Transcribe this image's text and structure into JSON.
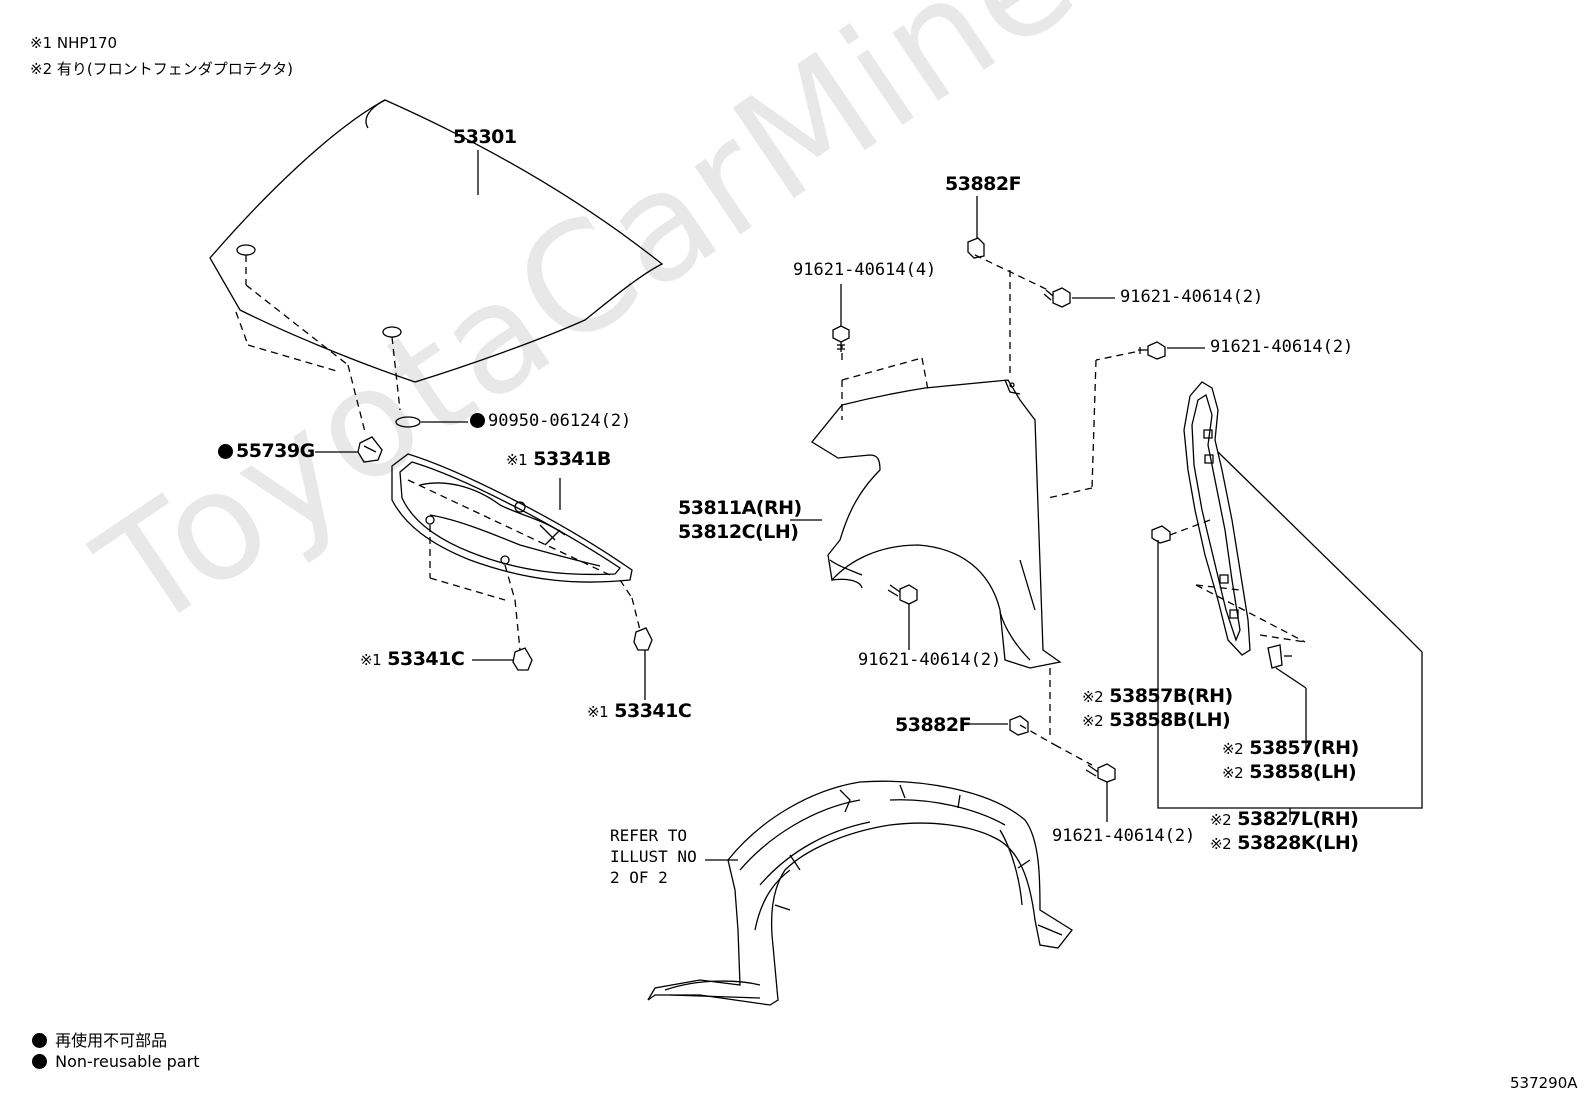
{
  "watermark": "ToyotaCarMine.ru",
  "notes": {
    "note1": "※1 NHP170",
    "note2": "※2 有り(フロントフェンダプロテクタ)"
  },
  "parts": {
    "hood": "53301",
    "hood_plug": "90950-06124(2)",
    "cushion": "55739G",
    "insulator": "53341B",
    "insulator_mark": "※1",
    "clip_left": "53341C",
    "clip_left_mark": "※1",
    "clip_right": "53341C",
    "clip_right_mark": "※1",
    "nut_top": "53882F",
    "bolt_top_left": "91621-40614(4)",
    "bolt_top_right": "91621-40614(2)",
    "bolt_right": "91621-40614(2)",
    "fender_rh": "53811A(RH)",
    "fender_lh": "53812C(LH)",
    "bolt_fender_bottom": "91621-40614(2)",
    "seal_rh": "53857B(RH)",
    "seal_lh": "53858B(LH)",
    "seal_mark": "※2",
    "nut_bottom": "53882F",
    "bolt_bottom": "91621-40614(2)",
    "protector_rh": "53857(RH)",
    "protector_lh": "53858(LH)",
    "protector_mark": "※2",
    "bracket_rh": "53827L(RH)",
    "bracket_lh": "53828K(LH)",
    "bracket_mark": "※2"
  },
  "reference": {
    "line1": "REFER TO",
    "line2": "ILLUST NO",
    "line3": "2 OF 2"
  },
  "legend": {
    "ja": "再使用不可部品",
    "en": "Non-reusable part"
  },
  "figure_id": "537290A"
}
